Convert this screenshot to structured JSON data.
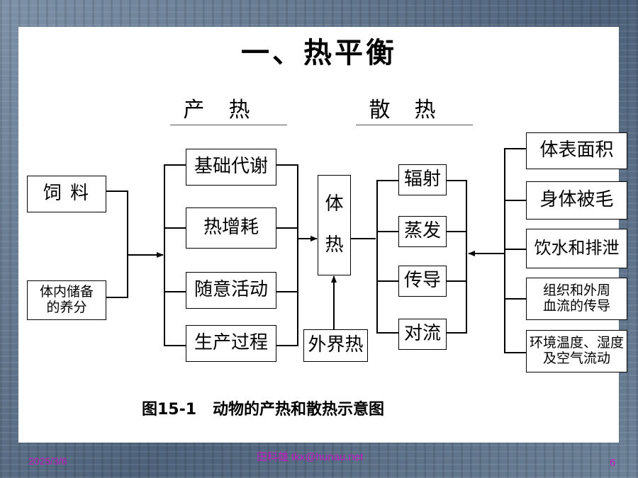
{
  "title": "一、热平衡",
  "headings": {
    "production": "产热",
    "dissipation": "散热"
  },
  "sources": {
    "feed": "饲 料",
    "reserves": "体内储备的养分"
  },
  "production_items": [
    "基础代谢",
    "热增耗",
    "随意活动",
    "生产过程"
  ],
  "body_heat": [
    "体",
    "热"
  ],
  "external_heat": "外界热",
  "dissipation_methods": [
    "辐射",
    "蒸发",
    "传导",
    "对流"
  ],
  "factors": [
    "体表面积",
    "身体被毛",
    "饮水和排泄",
    "组织和外周血流的传导",
    "环境温度、湿度及空气流动"
  ],
  "caption": "图15-1   动物的产热和散热示意图",
  "footer": {
    "date": "2025/3/6",
    "author": "田科雄  tkx@hunau.net",
    "page": "6"
  }
}
